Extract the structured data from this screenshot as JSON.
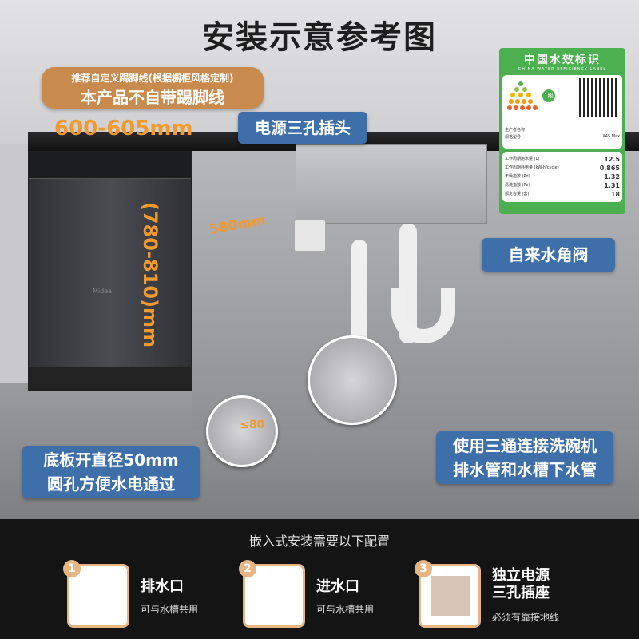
{
  "title": "安装示意参考图",
  "bubble": {
    "sub": "推荐自定义踢脚线(根据橱柜风格定制)",
    "main": "本产品不自带踢脚线"
  },
  "dimensions": {
    "width": "600-605mm",
    "height": "(780-810)mm",
    "depth": "580mm",
    "max_height": "≤80"
  },
  "callouts": {
    "socket": "电源三孔插头",
    "valve": "自来水角阀",
    "hole": [
      "底板开直径50mm",
      "圆孔方便水电通过"
    ],
    "tee": [
      "使用三通连接洗碗机",
      "排水管和水槽下水管"
    ]
  },
  "dishwasher": {
    "brand": "Midea"
  },
  "water_label": {
    "title": "中国水效标识",
    "subtitle": "CHINA WATER EFFICIENCY LABEL",
    "level": "1级",
    "model_label": "规格型号",
    "model": "X4S Max",
    "producer_label": "生产者名称",
    "rows": [
      {
        "label": "工作周期用水量 (L)",
        "value": "12.5"
      },
      {
        "label": "工作周期耗电量 (kW·h/cycle)",
        "value": "0.865"
      },
      {
        "label": "干燥指数 (Pd)",
        "value": "1.32"
      },
      {
        "label": "清洗指数 (Pc)",
        "value": "1.31"
      },
      {
        "label": "额定容量 (套)",
        "value": "18"
      }
    ],
    "color": "#4caf50"
  },
  "requirements": {
    "title": "嵌入式安装需要以下配置",
    "items": [
      {
        "num": "1",
        "title": "排水口",
        "sub": "可与水槽共用"
      },
      {
        "num": "2",
        "title": "进水口",
        "sub": "可与水槽共用"
      },
      {
        "num": "3",
        "title": "独立电源 三孔插座",
        "title_lines": [
          "独立电源",
          "三孔插座"
        ],
        "sub": "必须有靠接地线"
      }
    ]
  },
  "colors": {
    "accent_orange": "#f29a30",
    "callout_blue": "#3f6fa8",
    "bubble": "#c98a4e"
  }
}
